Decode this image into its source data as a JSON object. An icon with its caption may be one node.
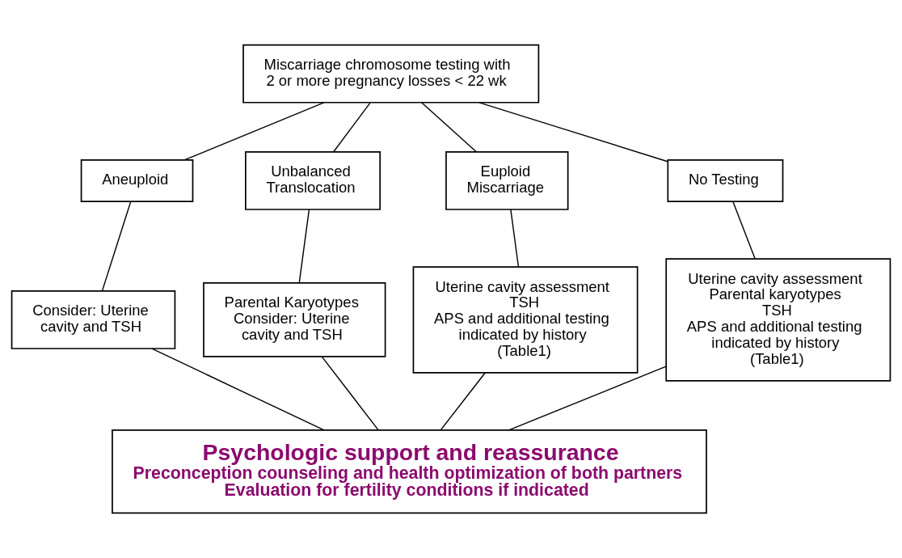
{
  "diagram": {
    "nodes": [
      {
        "text": [
          "Miscarriage chromosome testing with 2 or more pregnancy losses < 22 wk"
        ]
      },
      {
        "text": [
          "Aneuploid"
        ]
      },
      {
        "text": [
          "Unbalanced Translocation"
        ]
      },
      {
        "text": [
          "Euploid Miscarriage"
        ]
      },
      {
        "text": [
          "No Testing"
        ]
      },
      {
        "text": [
          "Consider: Uterine cavity and TSH"
        ]
      },
      {
        "text": [
          "Parental Karyotypes",
          "Consider: Uterine cavity and TSH"
        ]
      },
      {
        "text": [
          "Uterine cavity assessment",
          "TSH",
          "APS and additional testing indicated by history (Table1)"
        ]
      },
      {
        "text": [
          "Uterine cavity assessment",
          "Parental karyotypes",
          "TSH",
          "APS and additional testing indicated by history (Table1)"
        ]
      },
      {
        "text": [
          "Psychologic support and reassurance",
          "Preconception counseling and health optimization of both partners",
          "Evaluation for fertility conditions if indicated"
        ]
      }
    ],
    "edges": [
      {
        "from": 0,
        "to": 1,
        "arrow": "none"
      },
      {
        "from": 0,
        "to": 2,
        "arrow": "none"
      },
      {
        "from": 0,
        "to": 3,
        "arrow": "none"
      },
      {
        "from": 0,
        "to": 4,
        "arrow": "none"
      },
      {
        "from": 1,
        "to": 5,
        "arrow": "none"
      },
      {
        "from": 2,
        "to": 6,
        "arrow": "none"
      },
      {
        "from": 3,
        "to": 7,
        "arrow": "none"
      },
      {
        "from": 4,
        "to": 8,
        "arrow": "none"
      },
      {
        "from": 5,
        "to": 9,
        "arrow": "none"
      },
      {
        "from": 6,
        "to": 9,
        "arrow": "none"
      },
      {
        "from": 7,
        "to": 9,
        "arrow": "none"
      },
      {
        "from": 8,
        "to": 9,
        "arrow": "none"
      }
    ]
  }
}
